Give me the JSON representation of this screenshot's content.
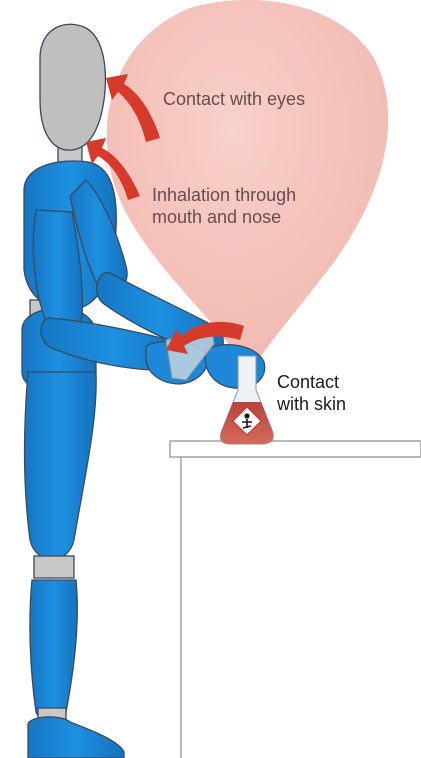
{
  "labels": {
    "eyes": "Contact with eyes",
    "inhalation_line1": "Inhalation through",
    "inhalation_line2": "mouth and nose",
    "skin_line1": "Contact",
    "skin_line2": "with skin"
  },
  "colors": {
    "body_blue": "#1e88d8",
    "body_outline": "#3a4a5a",
    "joint_gray": "#c8c8c8",
    "head_gray": "#bfbfbf",
    "vapor_plume": "#f2b8b0",
    "arrow_red": "#d63a2a",
    "flask_liquid": "#c9483e",
    "label_text": "#6a4b4e"
  },
  "icons": [
    "hazard-pictogram-icon",
    "exposure-arrow-icon"
  ]
}
